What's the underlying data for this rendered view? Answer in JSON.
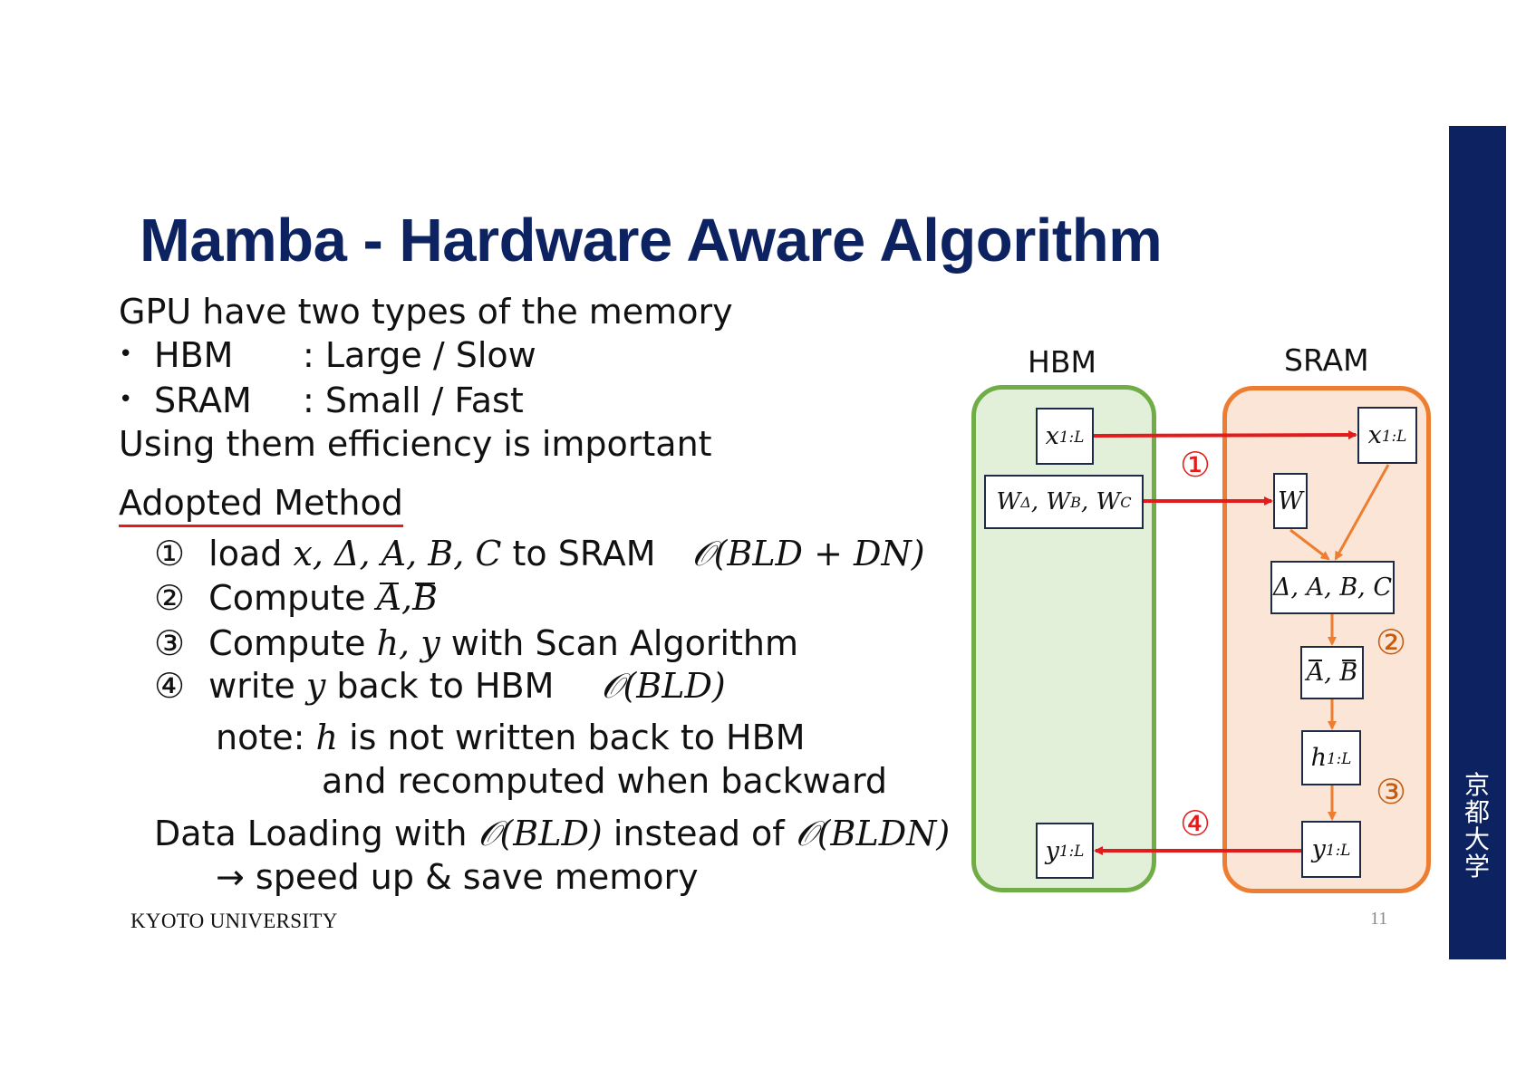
{
  "title": "Mamba - Hardware Aware Algorithm",
  "intro": {
    "line1": "GPU have two types of the memory",
    "bullet1_term": "HBM",
    "bullet1_desc": ": Large / Slow",
    "bullet2_term": "SRAM",
    "bullet2_desc": ": Small / Fast",
    "line4": "Using them efficiency is important"
  },
  "adopted": {
    "heading": "Adopted Method",
    "step1": {
      "num": "①",
      "pre": "load",
      "vars": "x, Δ, A, B, C",
      "post": "to SRAM",
      "complexity": "𝒪(BLD + DN)"
    },
    "step2": {
      "num": "②",
      "pre": "Compute",
      "vars_a": "A",
      "vars_sep": ",",
      "vars_b": "B"
    },
    "step3": {
      "num": "③",
      "pre": "Compute",
      "vars": "h, y",
      "post": "with Scan Algorithm"
    },
    "step4": {
      "num": "④",
      "pre": "write",
      "vars": "y",
      "post": "back to HBM",
      "complexity": "𝒪(BLD)"
    },
    "note_pre": "note:",
    "note_var": "h",
    "note_post": "is not written back to HBM",
    "note_line2": "and recomputed when backward",
    "data_pre": "Data Loading with",
    "data_c1": "𝒪(BLD)",
    "data_mid": "instead of",
    "data_c2": "𝒪(BLDN)",
    "speed": "→ speed up & save memory"
  },
  "diagram": {
    "hbm_label": "HBM",
    "sram_label": "SRAM",
    "hbm_x": "x",
    "hbm_x_sub": "1:L",
    "hbm_w": "W",
    "hbm_w_sub1": "Δ",
    "hbm_w_sub2": "B",
    "hbm_w_sub3": "C",
    "hbm_y": "y",
    "hbm_y_sub": "1:L",
    "sram_x": "x",
    "sram_x_sub": "1:L",
    "sram_w": "W",
    "sram_params": "Δ, A, B, C",
    "sram_ab_a": "A",
    "sram_ab_b": "B",
    "sram_h": "h",
    "sram_h_sub": "1:L",
    "sram_y": "y",
    "sram_y_sub": "1:L",
    "marker1": "①",
    "marker2": "②",
    "marker3": "③",
    "marker4": "④",
    "colors": {
      "arrow_red": "#e21c1c",
      "arrow_orange": "#ed7d31",
      "hbm_border": "#70ad47",
      "sram_border": "#ed7d31"
    }
  },
  "footer": {
    "logo": "KYOTO UNIVERSITY",
    "page": "11",
    "seal": "京都大学"
  }
}
